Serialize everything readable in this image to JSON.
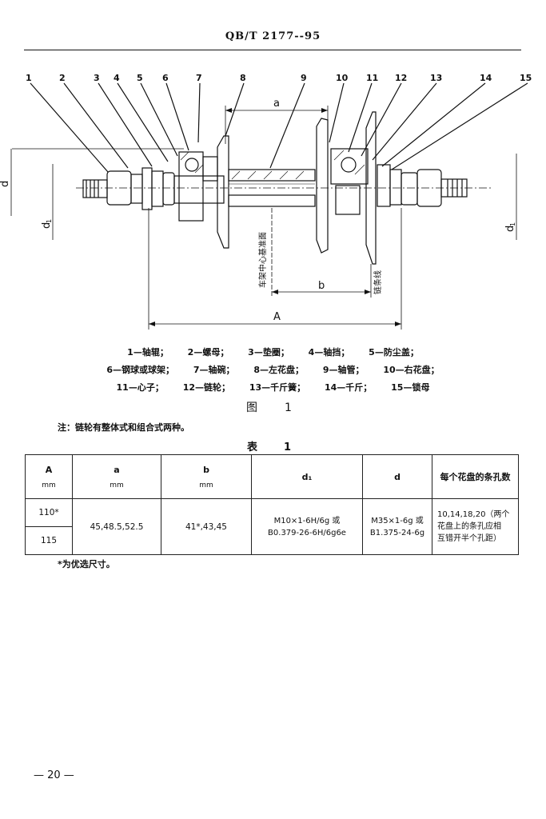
{
  "header": {
    "standard_code": "QB/T 2177--95"
  },
  "figure": {
    "callouts": [
      "1",
      "2",
      "3",
      "4",
      "5",
      "6",
      "7",
      "8",
      "9",
      "10",
      "11",
      "12",
      "13",
      "14",
      "15"
    ],
    "dimension_labels": {
      "a": "a",
      "b": "b",
      "A": "A",
      "d": "d",
      "d1_left": "d",
      "d1_right": "d",
      "sub1": "1"
    },
    "vertical_labels": {
      "center_plane": "车架中心基准面",
      "chain_line": "链条线"
    },
    "legend_rows": [
      [
        "1—轴辊；",
        "2—螺母；",
        "3—垫圈；",
        "4—轴挡；",
        "5—防尘盖；"
      ],
      [
        "6—钢球或球架；",
        "7—轴碗；",
        "8—左花盘；",
        "9—轴管；",
        "10—右花盘；"
      ],
      [
        "11—心子；",
        "12—链轮；",
        "13—千斤簧；",
        "14—千斤；",
        "15—锁母"
      ]
    ],
    "caption": "图　1"
  },
  "note": "注：链轮有整体式和组合式两种。",
  "table": {
    "caption": "表　1",
    "headers": [
      {
        "main": "A",
        "unit": "mm"
      },
      {
        "main": "a",
        "unit": "mm"
      },
      {
        "main": "b",
        "unit": "mm"
      },
      {
        "main": "d₁",
        "unit": ""
      },
      {
        "main": "d",
        "unit": ""
      },
      {
        "main": "每个花盘的条孔数",
        "unit": ""
      }
    ],
    "A_values": [
      "110*",
      "115"
    ],
    "a_value": "45,48.5,52.5",
    "b_value": "41*,43,45",
    "d1_lines": [
      "M10×1-6H/6g 或",
      "B0.379-26-6H/6g6e"
    ],
    "d_lines": [
      "M35×1-6g 或",
      "B1.375-24-6g"
    ],
    "holes_lines": [
      "10,14,18,20（两个",
      "花盘上的条孔应相",
      "互错开半个孔距）"
    ]
  },
  "footnote": "*为优选尺寸。",
  "page_number": "— 20 —"
}
